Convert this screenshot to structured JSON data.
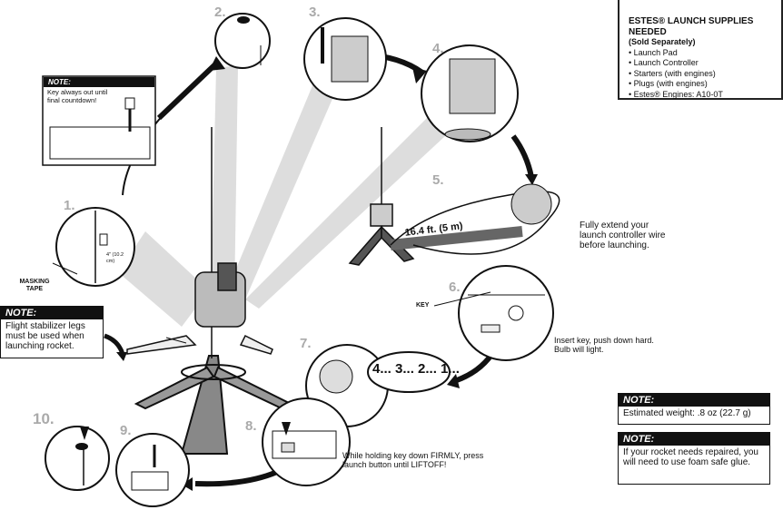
{
  "supplies": {
    "title": "ESTES® LAUNCH SUPPLIES NEEDED",
    "subtitle": "(Sold Separately)",
    "items": [
      "Launch Pad",
      "Launch Controller",
      "Starters (with engines)",
      "Plugs (with engines)",
      "Estes® Engines: A10-0T"
    ]
  },
  "note_key": {
    "heading": "NOTE:",
    "text": "Key always out until final countdown!"
  },
  "note_legs": {
    "heading": "NOTE:",
    "text": "Flight stabilizer legs must be used when launching rocket."
  },
  "note_weight": {
    "heading": "NOTE:",
    "text": "Estimated weight: .8 oz (22.7 g)"
  },
  "note_repair": {
    "heading": "NOTE:",
    "text": "If your rocket needs repaired, you will need to use foam safe glue."
  },
  "steps": [
    "1.",
    "2.",
    "3.",
    "4.",
    "5.",
    "6.",
    "7.",
    "8.",
    "9.",
    "10."
  ],
  "labels": {
    "masking_tape": "MASKING TAPE",
    "measure": "4\" (10.2 cm)",
    "key": "KEY",
    "wire_length": "16.4 ft. (5 m)",
    "countdown": "4... 3... 2... 1..."
  },
  "captions": {
    "extend_wire": "Fully extend your launch controller wire before launching.",
    "insert_key": "Insert key, push down hard. Bulb will light.",
    "hold_key": "While holding key down FIRMLY, press launch button until LIFTOFF!"
  }
}
